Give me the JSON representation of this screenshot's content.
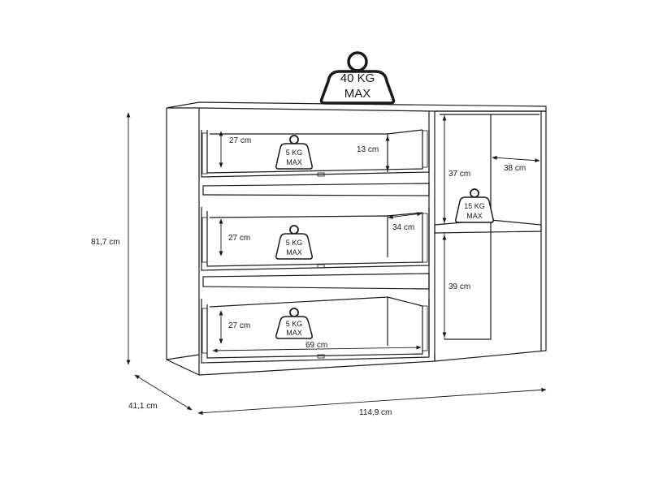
{
  "weights": {
    "top": {
      "line1": "40 KG",
      "line2": "MAX"
    },
    "drawer_1": {
      "line1": "5 KG",
      "line2": "MAX"
    },
    "drawer_2": {
      "line1": "5 KG",
      "line2": "MAX"
    },
    "drawer_3": {
      "line1": "5 KG",
      "line2": "MAX"
    },
    "shelf": {
      "line1": "15 KG",
      "line2": "MAX"
    }
  },
  "dimensions": {
    "total_height": "81,7 cm",
    "total_depth": "41,1 cm",
    "total_width": "114,9 cm",
    "drawer_1_height": "27 cm",
    "drawer_1_inner_height": "13 cm",
    "drawer_2_height": "27 cm",
    "drawer_2_inner_depth": "34 cm",
    "drawer_3_height": "27 cm",
    "drawer_3_inner_width": "69 cm",
    "open_upper_height": "37 cm",
    "open_upper_depth": "38 cm",
    "open_lower_height": "39 cm"
  },
  "colors": {
    "line": "#1a1a1a",
    "background": "#ffffff"
  }
}
